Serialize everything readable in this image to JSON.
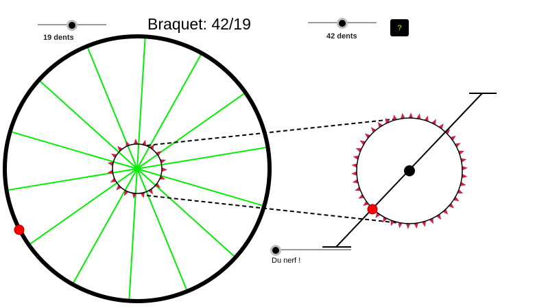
{
  "title": "Braquet: 42/19",
  "sprocket_slider": {
    "label": "19 dents",
    "value_fraction": 0.5
  },
  "chainring_slider": {
    "label": "42 dents",
    "value_fraction": 0.5
  },
  "force_slider": {
    "label": "Du nerf !",
    "value_fraction": 0.0
  },
  "help_button": {
    "label": "?"
  },
  "scene": {
    "sprocket_teeth": 19,
    "chainring_teeth": 42,
    "spoke_count": 14,
    "colors": {
      "spokes": "#00ee00",
      "teeth": "#d41f45",
      "point": "#ff0000",
      "wheel": "#000000",
      "chain": "#000000"
    },
    "icons": [
      "red-point-icon",
      "pedal-axis-icon"
    ]
  }
}
